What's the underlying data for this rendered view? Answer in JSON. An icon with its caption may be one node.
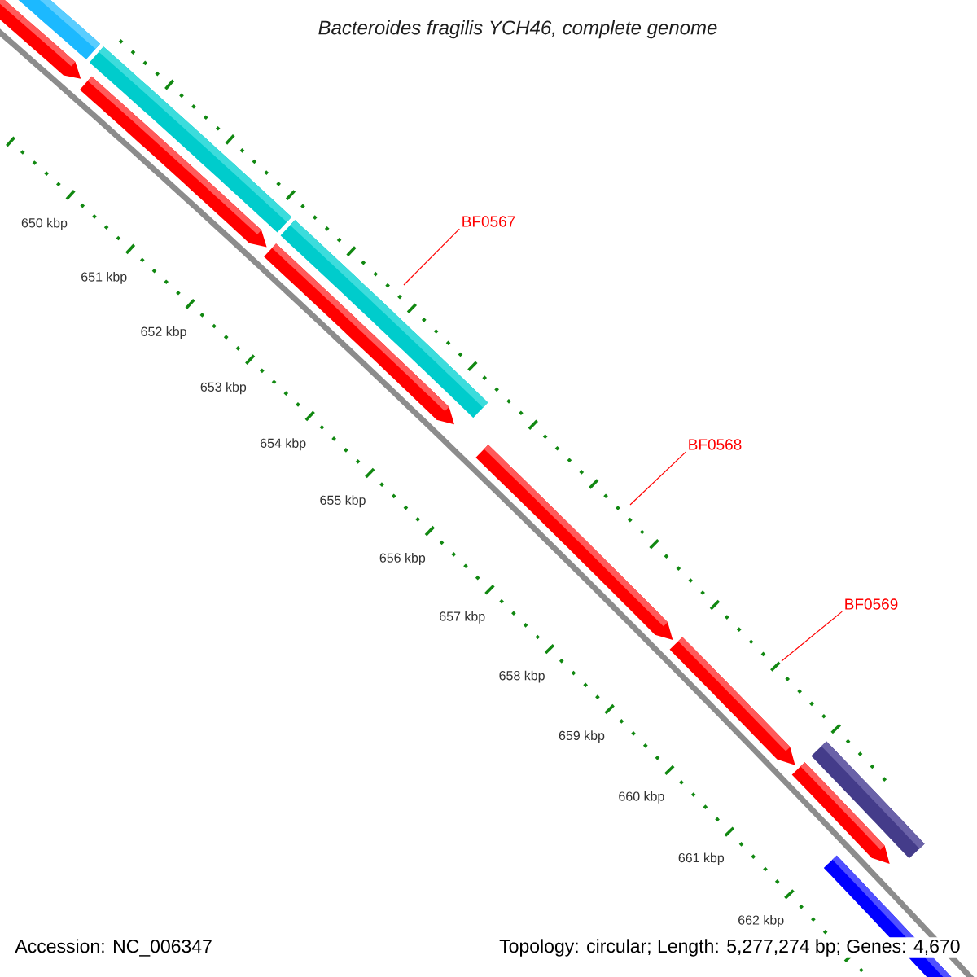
{
  "diagram": {
    "title": "Bacteroides fragilis YCH46, complete genome",
    "nodes": [
      {
        "text": [
          "BF0567"
        ]
      },
      {
        "text": [
          "BF0568"
        ]
      },
      {
        "text": [
          "BF0569"
        ]
      }
    ],
    "edges": [
      {
        "from": 0,
        "to": null,
        "arrow": "none"
      },
      {
        "from": 1,
        "to": null,
        "arrow": "none"
      },
      {
        "from": 2,
        "to": null,
        "arrow": "none"
      }
    ],
    "labels": [
      "650 kbp",
      "651 kbp",
      "652 kbp",
      "653 kbp",
      "654 kbp",
      "655 kbp",
      "656 kbp",
      "657 kbp",
      "658 kbp",
      "659 kbp",
      "660 kbp",
      "661 kbp",
      "662 kbp",
      "Accession: NC_006347",
      "Topology: circular; Length: 5,277,274 bp; Genes: 4,670"
    ]
  }
}
